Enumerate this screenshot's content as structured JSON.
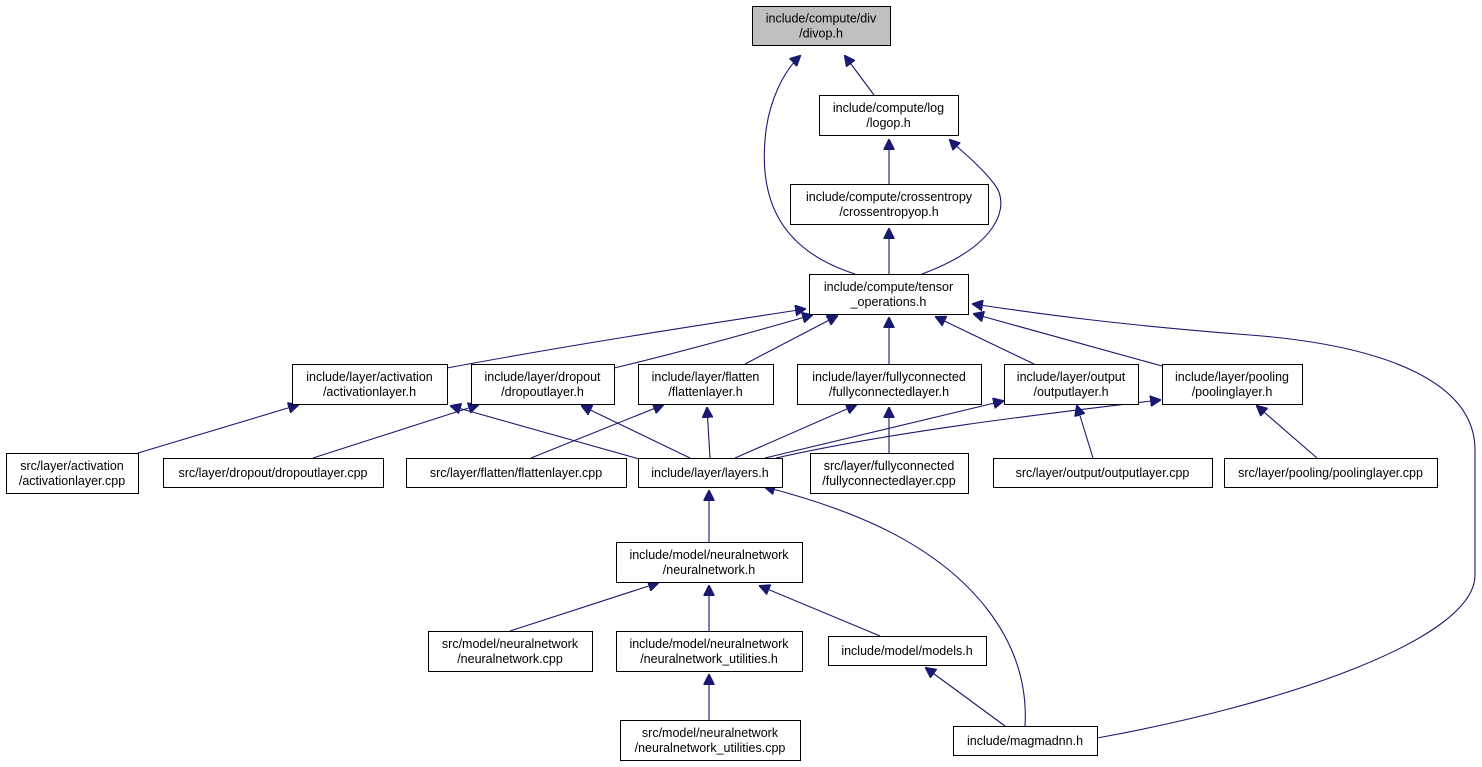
{
  "graph": {
    "nodes": [
      {
        "id": "divop",
        "lines": [
          "include/compute/div",
          "/divop.h"
        ],
        "highlight": true
      },
      {
        "id": "logop",
        "lines": [
          "include/compute/log",
          "/logop.h"
        ]
      },
      {
        "id": "crossentropyop",
        "lines": [
          "include/compute/crossentropy",
          "/crossentropyop.h"
        ]
      },
      {
        "id": "tensor_operations",
        "lines": [
          "include/compute/tensor",
          "_operations.h"
        ]
      },
      {
        "id": "activationlayer_h",
        "lines": [
          "include/layer/activation",
          "/activationlayer.h"
        ]
      },
      {
        "id": "dropoutlayer_h",
        "lines": [
          "include/layer/dropout",
          "/dropoutlayer.h"
        ]
      },
      {
        "id": "flattenlayer_h",
        "lines": [
          "include/layer/flatten",
          "/flattenlayer.h"
        ]
      },
      {
        "id": "fullyconnectedlayer_h",
        "lines": [
          "include/layer/fullyconnected",
          "/fullyconnectedlayer.h"
        ]
      },
      {
        "id": "outputlayer_h",
        "lines": [
          "include/layer/output",
          "/outputlayer.h"
        ]
      },
      {
        "id": "poolinglayer_h",
        "lines": [
          "include/layer/pooling",
          "/poolinglayer.h"
        ]
      },
      {
        "id": "activationlayer_cpp",
        "lines": [
          "src/layer/activation",
          "/activationlayer.cpp"
        ]
      },
      {
        "id": "dropoutlayer_cpp",
        "lines": [
          "src/layer/dropout/dropoutlayer.cpp"
        ]
      },
      {
        "id": "flattenlayer_cpp",
        "lines": [
          "src/layer/flatten/flattenlayer.cpp"
        ]
      },
      {
        "id": "layers_h",
        "lines": [
          "include/layer/layers.h"
        ]
      },
      {
        "id": "fullyconnectedlayer_cpp",
        "lines": [
          "src/layer/fullyconnected",
          "/fullyconnectedlayer.cpp"
        ]
      },
      {
        "id": "outputlayer_cpp",
        "lines": [
          "src/layer/output/outputlayer.cpp"
        ]
      },
      {
        "id": "poolinglayer_cpp",
        "lines": [
          "src/layer/pooling/poolinglayer.cpp"
        ]
      },
      {
        "id": "neuralnetwork_h",
        "lines": [
          "include/model/neuralnetwork",
          "/neuralnetwork.h"
        ]
      },
      {
        "id": "neuralnetwork_cpp",
        "lines": [
          "src/model/neuralnetwork",
          "/neuralnetwork.cpp"
        ]
      },
      {
        "id": "neuralnetwork_utilities_h",
        "lines": [
          "include/model/neuralnetwork",
          "/neuralnetwork_utilities.h"
        ]
      },
      {
        "id": "models_h",
        "lines": [
          "include/model/models.h"
        ]
      },
      {
        "id": "neuralnetwork_utilities_cpp",
        "lines": [
          "src/model/neuralnetwork",
          "/neuralnetwork_utilities.cpp"
        ]
      },
      {
        "id": "magmadnn_h",
        "lines": [
          "include/magmadnn.h"
        ]
      }
    ],
    "edges": [
      {
        "from": "logop",
        "to": "divop"
      },
      {
        "from": "tensor_operations",
        "to": "divop"
      },
      {
        "from": "crossentropyop",
        "to": "logop"
      },
      {
        "from": "tensor_operations",
        "to": "logop"
      },
      {
        "from": "tensor_operations",
        "to": "crossentropyop"
      },
      {
        "from": "activationlayer_h",
        "to": "tensor_operations"
      },
      {
        "from": "dropoutlayer_h",
        "to": "tensor_operations"
      },
      {
        "from": "flattenlayer_h",
        "to": "tensor_operations"
      },
      {
        "from": "fullyconnectedlayer_h",
        "to": "tensor_operations"
      },
      {
        "from": "outputlayer_h",
        "to": "tensor_operations"
      },
      {
        "from": "poolinglayer_h",
        "to": "tensor_operations"
      },
      {
        "from": "magmadnn_h",
        "to": "tensor_operations"
      },
      {
        "from": "activationlayer_cpp",
        "to": "activationlayer_h"
      },
      {
        "from": "layers_h",
        "to": "activationlayer_h"
      },
      {
        "from": "dropoutlayer_cpp",
        "to": "dropoutlayer_h"
      },
      {
        "from": "layers_h",
        "to": "dropoutlayer_h"
      },
      {
        "from": "flattenlayer_cpp",
        "to": "flattenlayer_h"
      },
      {
        "from": "layers_h",
        "to": "flattenlayer_h"
      },
      {
        "from": "layers_h",
        "to": "fullyconnectedlayer_h"
      },
      {
        "from": "fullyconnectedlayer_cpp",
        "to": "fullyconnectedlayer_h"
      },
      {
        "from": "layers_h",
        "to": "outputlayer_h"
      },
      {
        "from": "outputlayer_cpp",
        "to": "outputlayer_h"
      },
      {
        "from": "layers_h",
        "to": "poolinglayer_h"
      },
      {
        "from": "poolinglayer_cpp",
        "to": "poolinglayer_h"
      },
      {
        "from": "neuralnetwork_h",
        "to": "layers_h"
      },
      {
        "from": "magmadnn_h",
        "to": "layers_h"
      },
      {
        "from": "neuralnetwork_cpp",
        "to": "neuralnetwork_h"
      },
      {
        "from": "neuralnetwork_utilities_h",
        "to": "neuralnetwork_h"
      },
      {
        "from": "models_h",
        "to": "neuralnetwork_h"
      },
      {
        "from": "neuralnetwork_utilities_cpp",
        "to": "neuralnetwork_utilities_h"
      },
      {
        "from": "magmadnn_h",
        "to": "models_h"
      }
    ],
    "colors": {
      "edge": "#191970",
      "highlight_fill": "#bfbfbf",
      "node_fill": "#ffffff",
      "node_border": "#000000"
    }
  }
}
